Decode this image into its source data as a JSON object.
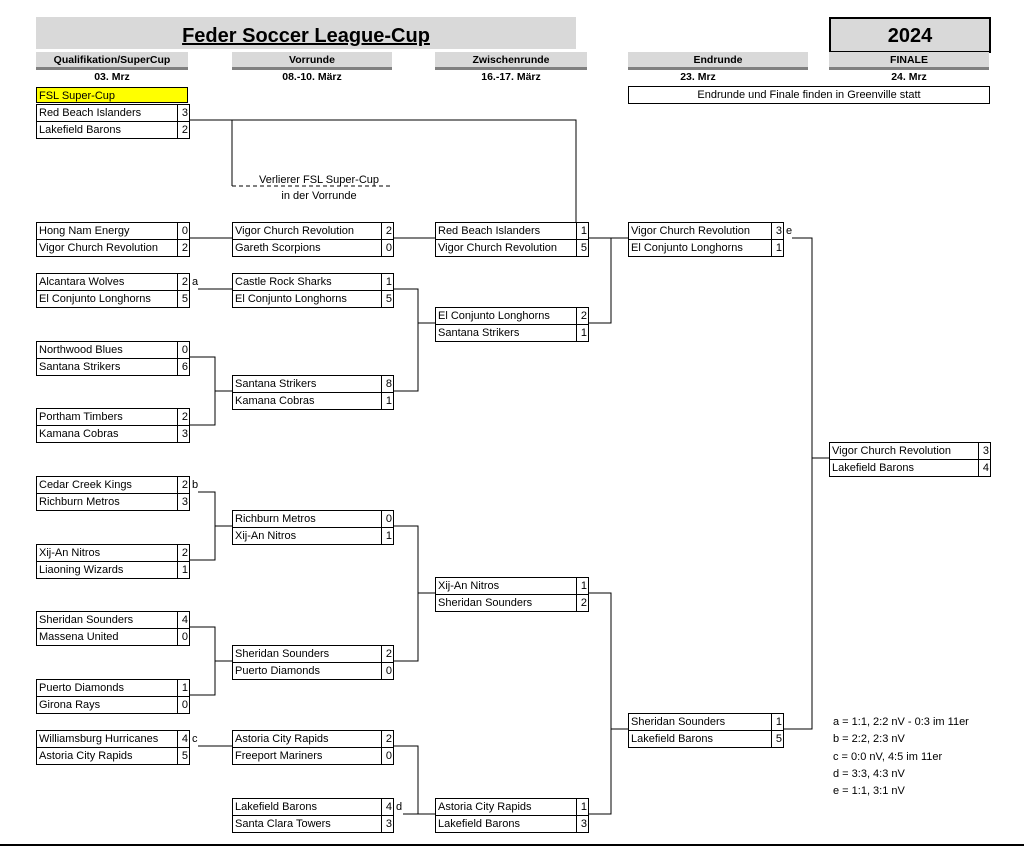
{
  "title": "Feder Soccer League-Cup",
  "year": "2024",
  "rounds": [
    {
      "name": "Qualifikation/SuperCup",
      "date": "03. Mrz"
    },
    {
      "name": "Vorrunde",
      "date": "08.-10. März"
    },
    {
      "name": "Zwischenrunde",
      "date": "16.-17. März"
    },
    {
      "name": "Endrunde",
      "date": "23. Mrz"
    },
    {
      "name": "FINALE",
      "date": "24. Mrz"
    }
  ],
  "info": "Endrunde und Finale finden in Greenville statt",
  "supercup_label": "FSL Super-Cup",
  "supercup_note": [
    "Verlierer FSL Super-Cup",
    "in der Vorrunde"
  ],
  "colors": {
    "header_bg": "#d9d9d9",
    "supercup_highlight": "#ffff00",
    "divider": "#808080"
  },
  "matches": [
    {
      "teams": [
        [
          "Red Beach Islanders",
          "3"
        ],
        [
          "Lakefield Barons",
          "2"
        ]
      ],
      "note": ""
    },
    {
      "teams": [
        [
          "Hong Nam Energy",
          "0"
        ],
        [
          "Vigor Church Revolution",
          "2"
        ]
      ],
      "note": ""
    },
    {
      "teams": [
        [
          "Alcantara Wolves",
          "2"
        ],
        [
          "El Conjunto Longhorns",
          "5"
        ]
      ],
      "note": "a"
    },
    {
      "teams": [
        [
          "Northwood Blues",
          "0"
        ],
        [
          "Santana Strikers",
          "6"
        ]
      ],
      "note": ""
    },
    {
      "teams": [
        [
          "Portham Timbers",
          "2"
        ],
        [
          "Kamana Cobras",
          "3"
        ]
      ],
      "note": ""
    },
    {
      "teams": [
        [
          "Cedar Creek Kings",
          "2"
        ],
        [
          "Richburn Metros",
          "3"
        ]
      ],
      "note": "b"
    },
    {
      "teams": [
        [
          "Xij-An Nitros",
          "2"
        ],
        [
          "Liaoning Wizards",
          "1"
        ]
      ],
      "note": ""
    },
    {
      "teams": [
        [
          "Sheridan Sounders",
          "4"
        ],
        [
          "Massena United",
          "0"
        ]
      ],
      "note": ""
    },
    {
      "teams": [
        [
          "Puerto Diamonds",
          "1"
        ],
        [
          "Girona Rays",
          "0"
        ]
      ],
      "note": ""
    },
    {
      "teams": [
        [
          "Williamsburg Hurricanes",
          "4"
        ],
        [
          "Astoria City Rapids",
          "5"
        ]
      ],
      "note": "c"
    },
    {
      "teams": [
        [
          "Vigor Church Revolution",
          "2"
        ],
        [
          "Gareth Scorpions",
          "0"
        ]
      ],
      "note": ""
    },
    {
      "teams": [
        [
          "Castle Rock Sharks",
          "1"
        ],
        [
          "El Conjunto Longhorns",
          "5"
        ]
      ],
      "note": ""
    },
    {
      "teams": [
        [
          "Santana Strikers",
          "8"
        ],
        [
          "Kamana Cobras",
          "1"
        ]
      ],
      "note": ""
    },
    {
      "teams": [
        [
          "Richburn Metros",
          "0"
        ],
        [
          "Xij-An Nitros",
          "1"
        ]
      ],
      "note": ""
    },
    {
      "teams": [
        [
          "Sheridan Sounders",
          "2"
        ],
        [
          "Puerto Diamonds",
          "0"
        ]
      ],
      "note": ""
    },
    {
      "teams": [
        [
          "Astoria City Rapids",
          "2"
        ],
        [
          "Freeport Mariners",
          "0"
        ]
      ],
      "note": ""
    },
    {
      "teams": [
        [
          "Lakefield Barons",
          "4"
        ],
        [
          "Santa Clara Towers",
          "3"
        ]
      ],
      "note": "d"
    },
    {
      "teams": [
        [
          "Red Beach Islanders",
          "1"
        ],
        [
          "Vigor Church Revolution",
          "5"
        ]
      ],
      "note": ""
    },
    {
      "teams": [
        [
          "El Conjunto Longhorns",
          "2"
        ],
        [
          "Santana Strikers",
          "1"
        ]
      ],
      "note": ""
    },
    {
      "teams": [
        [
          "Xij-An Nitros",
          "1"
        ],
        [
          "Sheridan Sounders",
          "2"
        ]
      ],
      "note": ""
    },
    {
      "teams": [
        [
          "Astoria City Rapids",
          "1"
        ],
        [
          "Lakefield Barons",
          "3"
        ]
      ],
      "note": ""
    },
    {
      "teams": [
        [
          "Vigor Church Revolution",
          "3"
        ],
        [
          "El Conjunto Longhorns",
          "1"
        ]
      ],
      "note": "e"
    },
    {
      "teams": [
        [
          "Sheridan Sounders",
          "1"
        ],
        [
          "Lakefield Barons",
          "5"
        ]
      ],
      "note": ""
    },
    {
      "teams": [
        [
          "Vigor Church Revolution",
          "3"
        ],
        [
          "Lakefield Barons",
          "4"
        ]
      ],
      "note": ""
    }
  ],
  "legend": [
    "a = 1:1, 2:2 nV - 0:3 im 11er",
    "b = 2:2, 2:3 nV",
    "c = 0:0 nV, 4:5 im 11er",
    "d = 3:3, 4:3 nV",
    "e = 1:1, 3:1 nV"
  ]
}
